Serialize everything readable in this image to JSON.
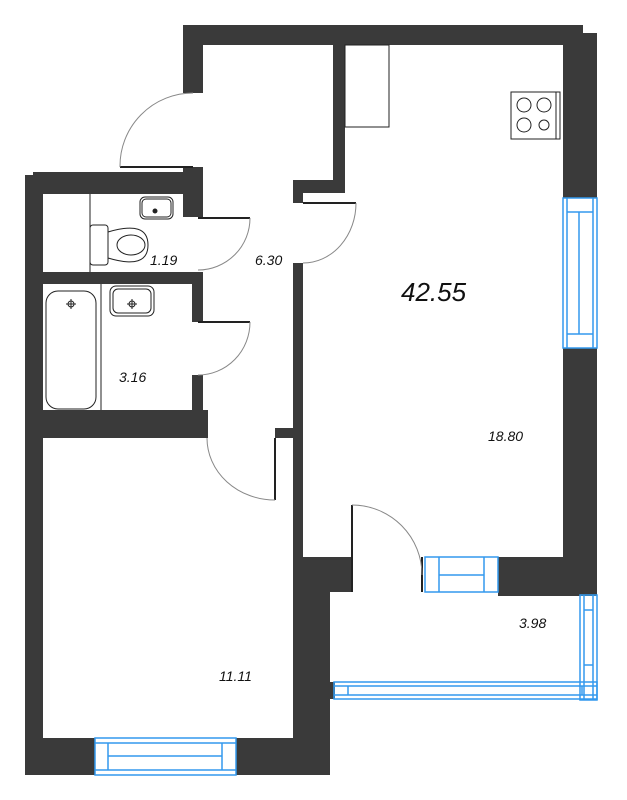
{
  "plan": {
    "total_area": "42.55",
    "rooms": [
      {
        "id": "toilet",
        "area": "1.19"
      },
      {
        "id": "hallway",
        "area": "6.30"
      },
      {
        "id": "bathroom",
        "area": "3.16"
      },
      {
        "id": "kitchen-living",
        "area": "18.80"
      },
      {
        "id": "bedroom",
        "area": "11.11"
      },
      {
        "id": "balcony",
        "area": "3.98"
      }
    ],
    "colors": {
      "wall": "#3a3a3a",
      "window": "#3399ee",
      "door_arc": "#888888",
      "fixture": "#222222",
      "background": "#ffffff"
    }
  }
}
